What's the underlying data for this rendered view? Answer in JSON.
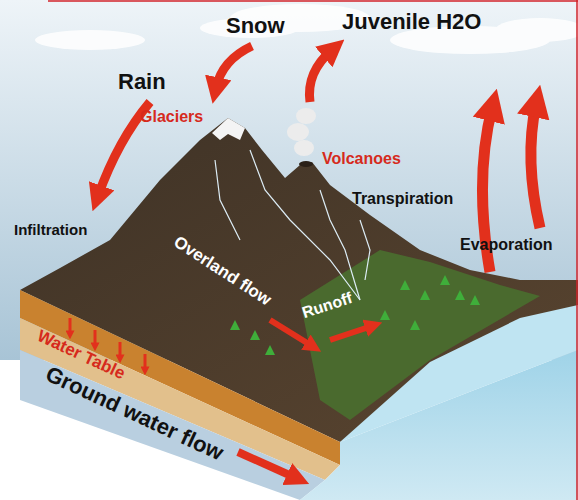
{
  "diagram": {
    "labels": [
      "Rain",
      "Snow",
      "Juvenile H2O",
      "Glaciers",
      "Volcanoes",
      "Transpiration",
      "Evaporation",
      "Infiltration",
      "Overland flow",
      "Runoff",
      "Water Table",
      "Ground water flow"
    ]
  }
}
